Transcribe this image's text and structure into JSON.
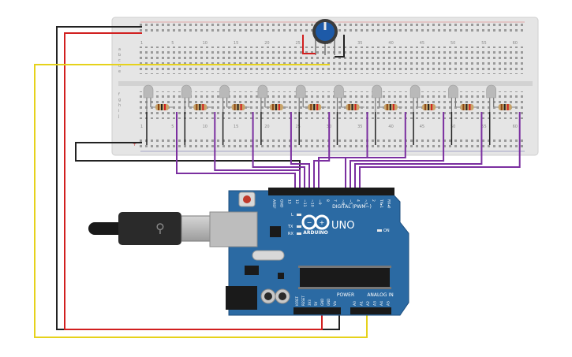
{
  "breadboard": {
    "column_numbers": [
      "1",
      "5",
      "10",
      "15",
      "20",
      "25",
      "30",
      "35",
      "40",
      "45",
      "50",
      "55",
      "60"
    ],
    "row_letters_top": [
      "a",
      "b",
      "c",
      "d",
      "e"
    ],
    "row_letters_bottom": [
      "f",
      "g",
      "h",
      "i",
      "j"
    ]
  },
  "leds": {
    "count": 10,
    "color": "#b9b9b9"
  },
  "arduino": {
    "brand": "ARDUINO",
    "model": "UNO",
    "digital_label": "DIGITAL (PWM~)",
    "power_label": "POWER",
    "analog_label": "ANALOG IN",
    "led_labels": [
      "L",
      "TX",
      "RX",
      "ON"
    ],
    "digital_pins": [
      "AREF",
      "GND",
      "13",
      "12",
      "~11",
      "~10",
      "~9",
      "8",
      "7",
      "~6",
      "~5",
      "4",
      "~3",
      "2",
      "TX▸1",
      "RX◂0"
    ],
    "power_pins": [
      "IOREF",
      "RESET",
      "3V3",
      "5V",
      "GND",
      "GND",
      "Vin"
    ],
    "analog_pins": [
      "A0",
      "A1",
      "A2",
      "A3",
      "A4",
      "A5"
    ],
    "board_color": "#2b6aa3"
  },
  "wires": {
    "colors": {
      "ground": "#222222",
      "power": "#d11f1f",
      "signal": "#e6d21b",
      "led": "#7b2fa0"
    }
  },
  "potentiometer": {
    "color": "#1d5aa8"
  }
}
